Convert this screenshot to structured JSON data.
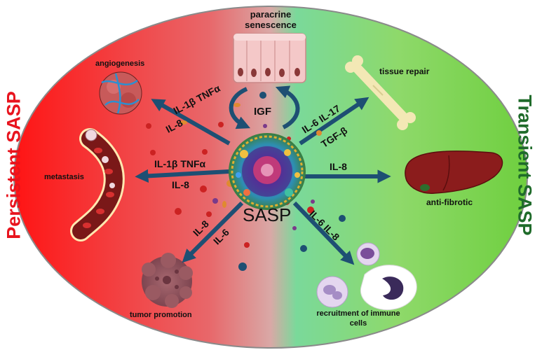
{
  "sides": {
    "left_title": "Persistent  SASP",
    "right_title": "Transient  SASP"
  },
  "center": {
    "label": "SASP",
    "igf_label": "IGF"
  },
  "outcomes": {
    "paracrine": "paracrine\nsenescence",
    "angiogenesis": "angiogenesis",
    "metastasis": "metastasis",
    "tumor": "tumor promotion",
    "tissue_repair": "tissue repair",
    "antifibrotic": "anti-fibrotic",
    "immune": "recruitment of immune\ncells"
  },
  "cytokines": {
    "angio_line1": "IL-1β  TNFα",
    "angio_line2": "IL-8",
    "meta_line1": "IL-1β  TNFα",
    "meta_line2": "IL-8",
    "tumor_line1": "IL-8",
    "tumor_line2": "IL-6",
    "repair_line1": "IL-6 IL-17",
    "repair_line2": "TGF-β",
    "fibro_line1": "IL-8",
    "immune_line1": "IL-6  IL-8"
  },
  "colors": {
    "persistent": "#e8141e",
    "transient": "#1f6b2a",
    "arrow": "#1e4f73"
  }
}
